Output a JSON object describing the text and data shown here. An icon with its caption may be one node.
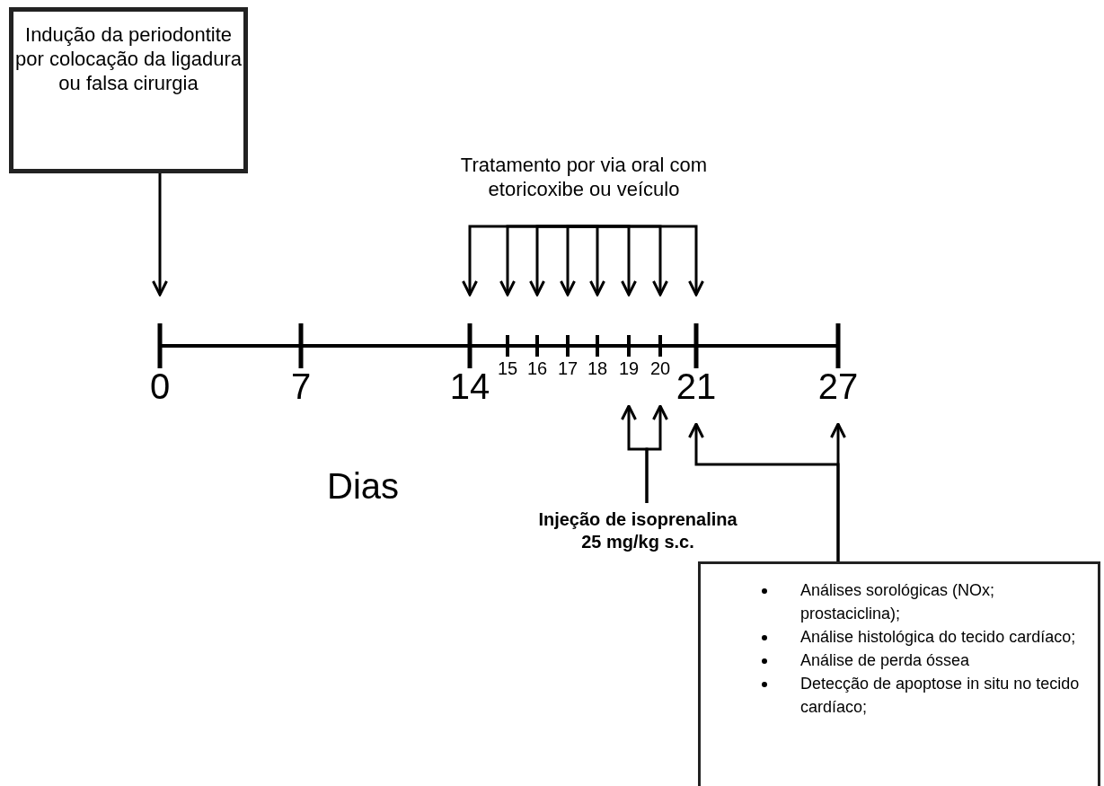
{
  "diagram": {
    "nodes": [
      {
        "text": [
          "Indução da periodontite por colocação da ligadura ou falsa cirurgia"
        ]
      },
      {
        "text": [
          "0"
        ]
      },
      {
        "text": [
          "7"
        ]
      },
      {
        "text": [
          "14"
        ]
      },
      {
        "text": [
          "15"
        ]
      },
      {
        "text": [
          "16"
        ]
      },
      {
        "text": [
          "17"
        ]
      },
      {
        "text": [
          "18"
        ]
      },
      {
        "text": [
          "19"
        ]
      },
      {
        "text": [
          "20"
        ]
      },
      {
        "text": [
          "21"
        ]
      },
      {
        "text": [
          "27"
        ]
      },
      {
        "text": [
          "Tratamento por via oral com etoricoxibe ou veículo"
        ]
      },
      {
        "text": [
          "Injeção de isoprenalina 25 mg/kg s.c."
        ]
      },
      {
        "text": [
          "Análises sorológicas (NOx; prostaciclina);",
          "Análise histológica do tecido cardíaco;",
          "Análise de perda óssea",
          "Detecção de apoptose in situ no tecido cardíaco;"
        ]
      }
    ],
    "edges": [
      {
        "from": 0,
        "to": 1,
        "arrow": "to"
      },
      {
        "from": 12,
        "to": 3,
        "arrow": "to"
      },
      {
        "from": 12,
        "to": 4,
        "arrow": "to"
      },
      {
        "from": 12,
        "to": 5,
        "arrow": "to"
      },
      {
        "from": 12,
        "to": 6,
        "arrow": "to"
      },
      {
        "from": 12,
        "to": 7,
        "arrow": "to"
      },
      {
        "from": 12,
        "to": 8,
        "arrow": "to"
      },
      {
        "from": 12,
        "to": 9,
        "arrow": "to"
      },
      {
        "from": 12,
        "to": 10,
        "arrow": "to"
      },
      {
        "from": 13,
        "to": 8,
        "arrow": "to"
      },
      {
        "from": 13,
        "to": 9,
        "arrow": "to"
      },
      {
        "from": 14,
        "to": 10,
        "arrow": "to"
      },
      {
        "from": 14,
        "to": 11,
        "arrow": "to"
      }
    ],
    "labels": [
      "Dias"
    ]
  }
}
